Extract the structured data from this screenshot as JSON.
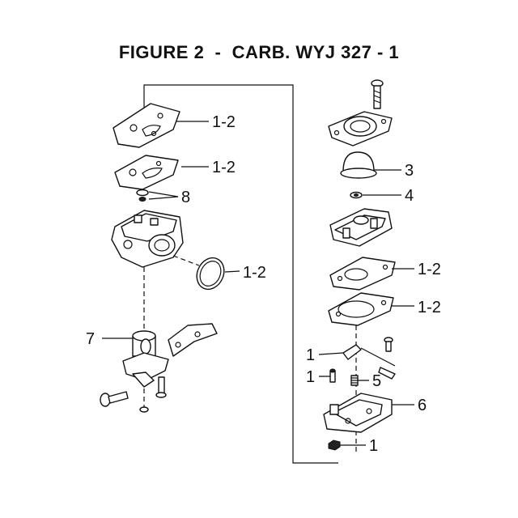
{
  "title": "FIGURE 2  -  CARB. WYJ 327 - 1",
  "callouts": {
    "left_gasket_top": "1-2",
    "left_gasket_mid": "1-2",
    "left_small_parts": "8",
    "left_oring": "1-2",
    "left_body_base": "7",
    "right_primer_bulb": "3",
    "right_washer": "4",
    "right_diaphragm_top": "1-2",
    "right_diaphragm_bottom": "1-2",
    "right_needle_lever": "1",
    "right_pin": "1",
    "right_spring": "5",
    "right_pump_body": "6",
    "right_nut": "1"
  }
}
